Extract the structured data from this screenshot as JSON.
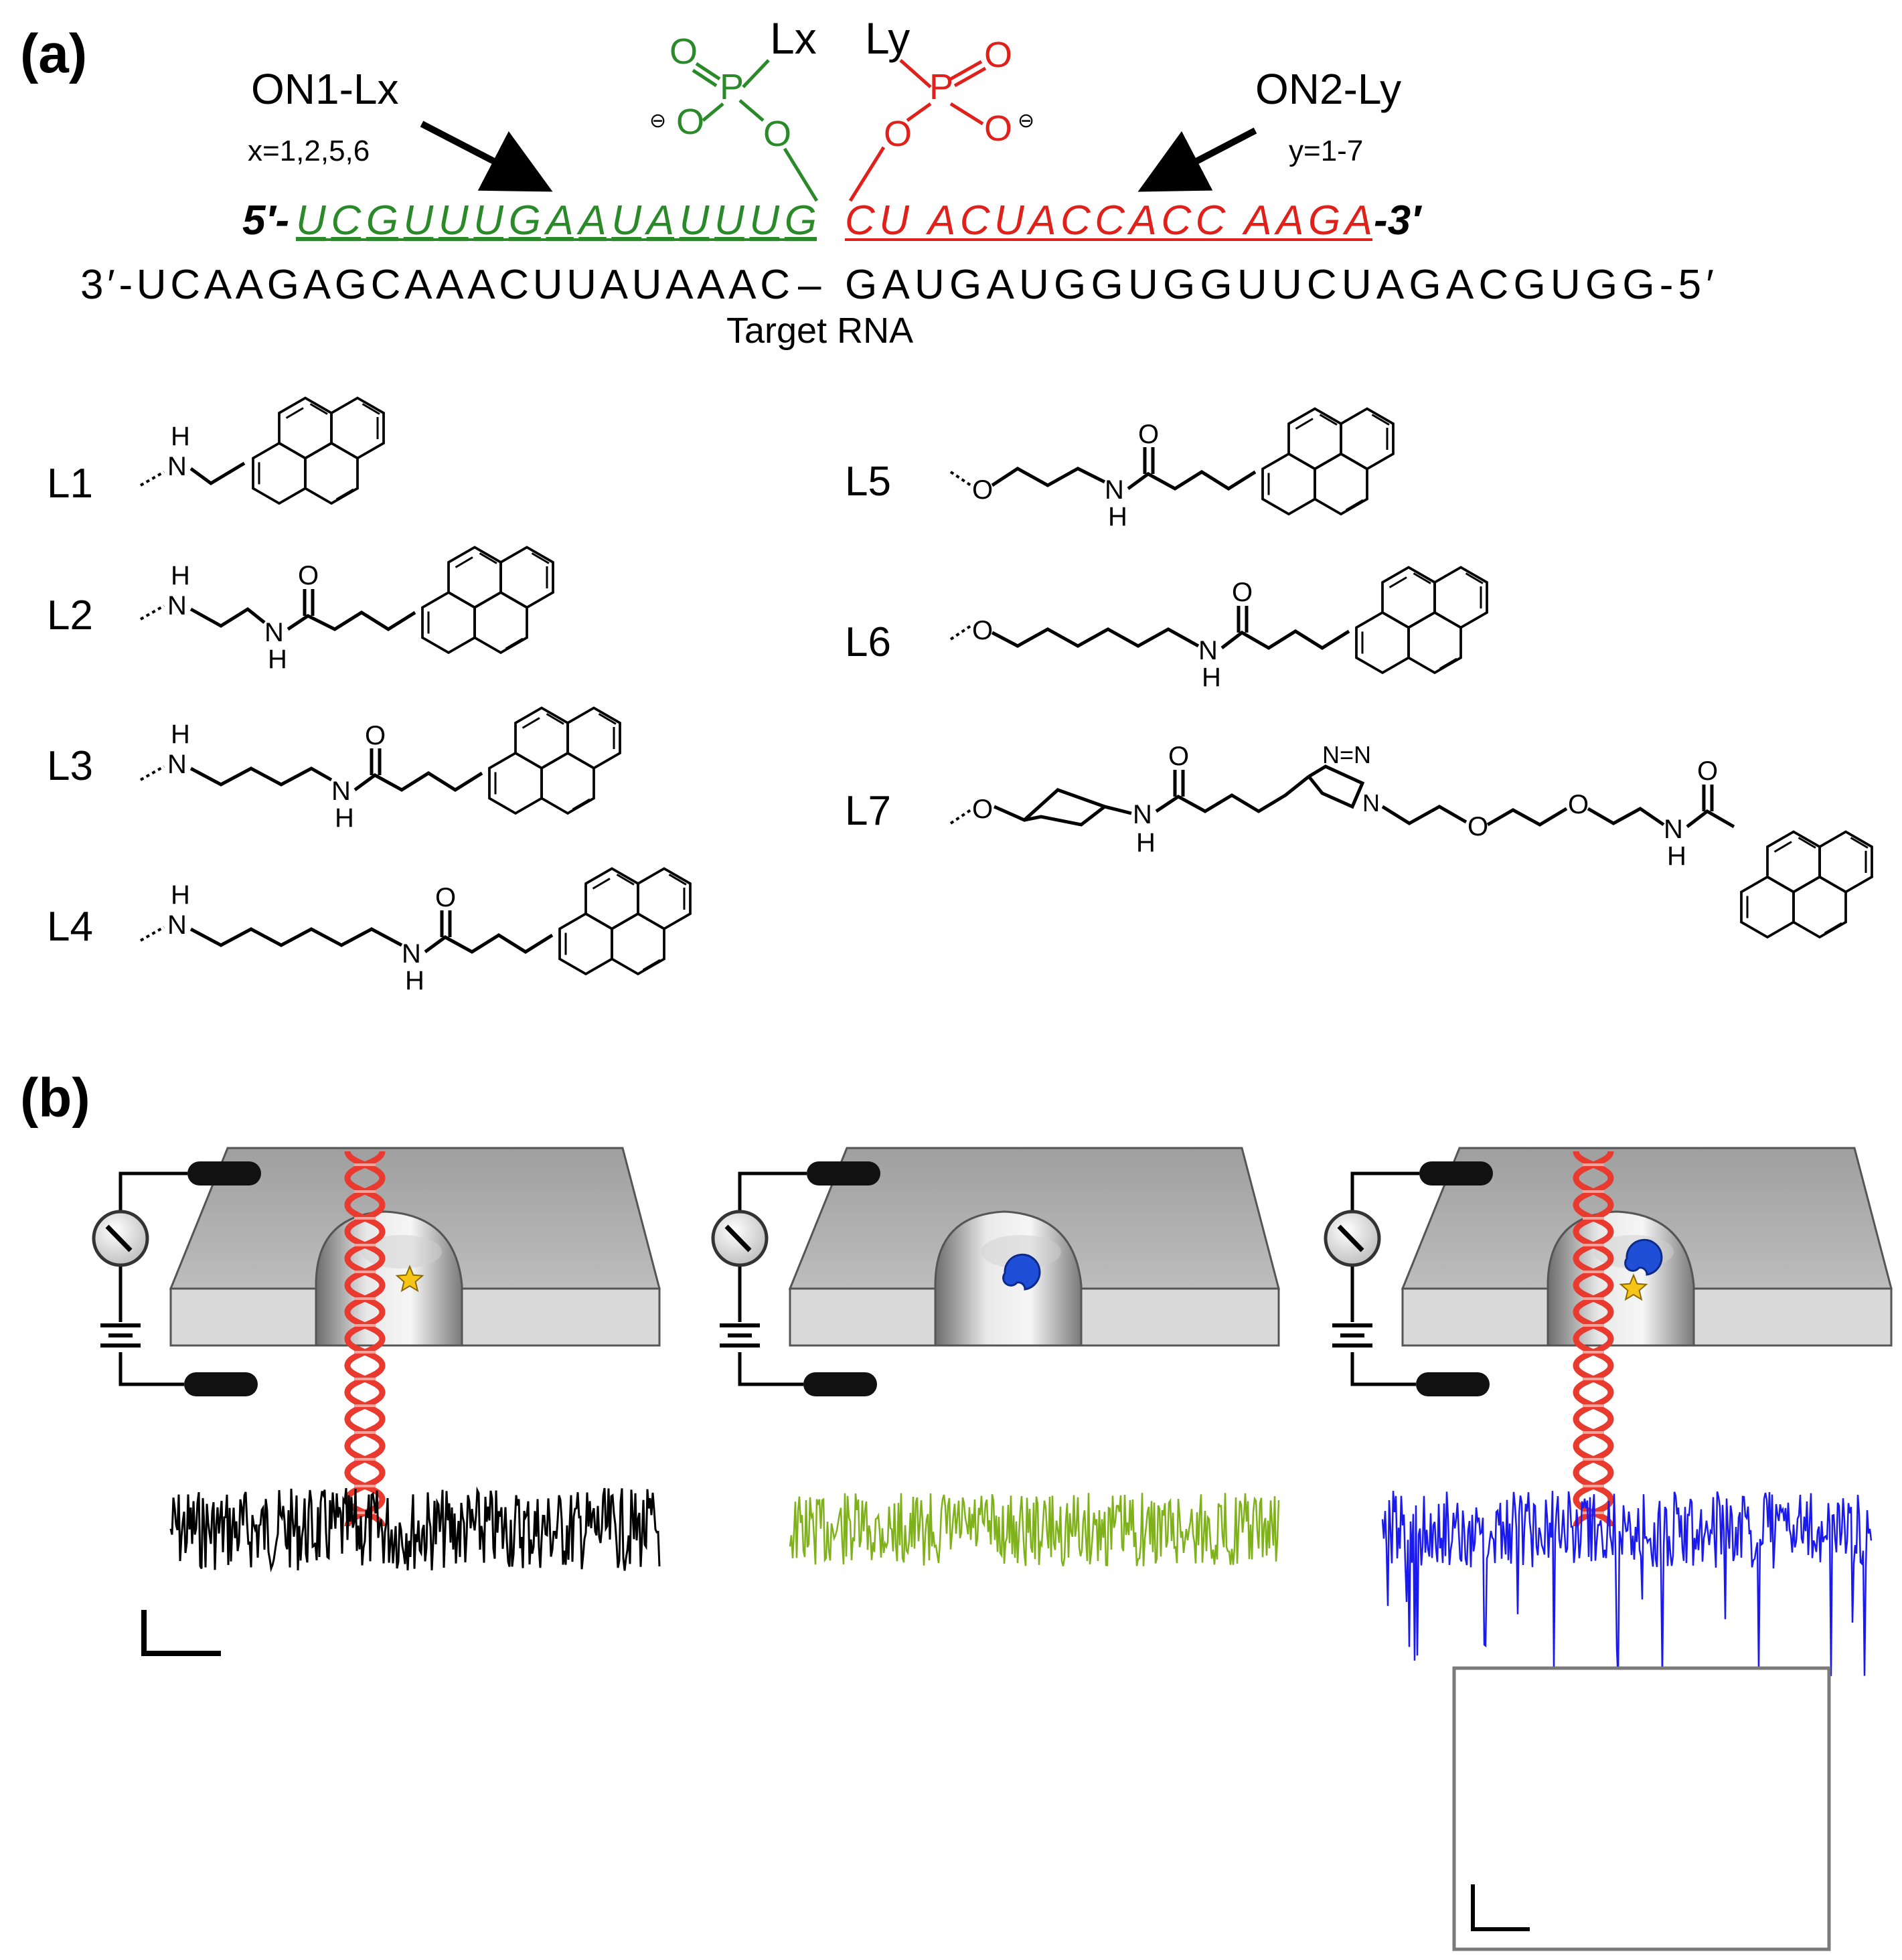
{
  "panel_a": {
    "label": "(a)",
    "on1": {
      "name": "ON1-Lx",
      "sub": "x=1,2,5,6",
      "strand_prefix": "5′-",
      "strand_seq": "UCGUUUGAAUAUUUG",
      "color": "#2a8a2a"
    },
    "on2": {
      "name": "ON2-Ly",
      "sub": "y=1-7",
      "strand_seq1": "CU ACUACCACC AAGA",
      "strand_suffix": "-3′",
      "color": "#e0201b"
    },
    "phosphate": {
      "lx": "Lx",
      "ly": "Ly",
      "O": "O",
      "P": "P",
      "minus": "⊖"
    },
    "target": {
      "seq_left": "3′-UCAAGAGCAAACUUAUAAAC",
      "dash": "–",
      "seq_right": "GAUGAUGGUGGUUCUAGACGUGG-5′",
      "caption": "Target RNA"
    },
    "linkers": {
      "L1": "L1",
      "L2": "L2",
      "L3": "L3",
      "L4": "L4",
      "L5": "L5",
      "L6": "L6",
      "L7": "L7",
      "atom_H": "H",
      "atom_N": "N",
      "atom_O": "O",
      "triazole_N": "N=N"
    }
  },
  "panel_b": {
    "label": "(b)",
    "trace_colors": [
      "#000000",
      "#7fb21a",
      "#1a1af0"
    ],
    "colors": {
      "membrane": "#b9b9b9",
      "helix": "#e83a2e",
      "protein": "#1f4fd6",
      "star": "#f5c518"
    }
  }
}
